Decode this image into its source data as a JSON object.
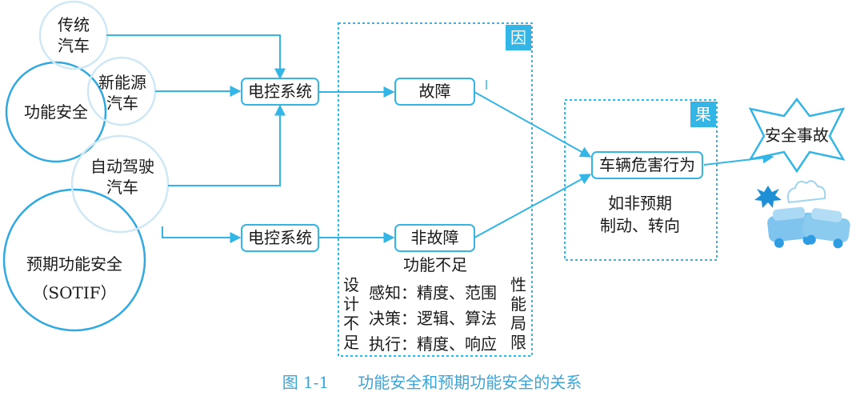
{
  "circles": {
    "traditional": [
      "传统",
      "汽车"
    ],
    "functional_safety": "功能安全",
    "new_energy": [
      "新能源",
      "汽车"
    ],
    "autonomous": [
      "自动驾驶",
      "汽车"
    ],
    "sotif": [
      "预期功能安全",
      "（SOTIF）"
    ]
  },
  "boxes": {
    "ecu_top": "电控系统",
    "ecu_bottom": "电控系统",
    "fault": "故障",
    "non_fault": "非故障",
    "vehicle_hazard": "车辆危害行为"
  },
  "tags": {
    "cause": "因",
    "effect": "果"
  },
  "cause_notes": {
    "title": "功能不足",
    "design": "设计不足",
    "perf": "性能局限",
    "lines": [
      "感知：精度、范围",
      "决策：逻辑、算法",
      "执行：精度、响应"
    ]
  },
  "effect_notes": [
    "如非预期",
    "制动、转向"
  ],
  "accident": "安全事故",
  "caption": {
    "number": "图 1-1",
    "title": "功能安全和预期功能安全的关系"
  },
  "colors": {
    "line": "#33b5e5",
    "circle": "#2fa9e0",
    "circle_light": "#cfe8f5",
    "caption": "#3aa6d9"
  }
}
